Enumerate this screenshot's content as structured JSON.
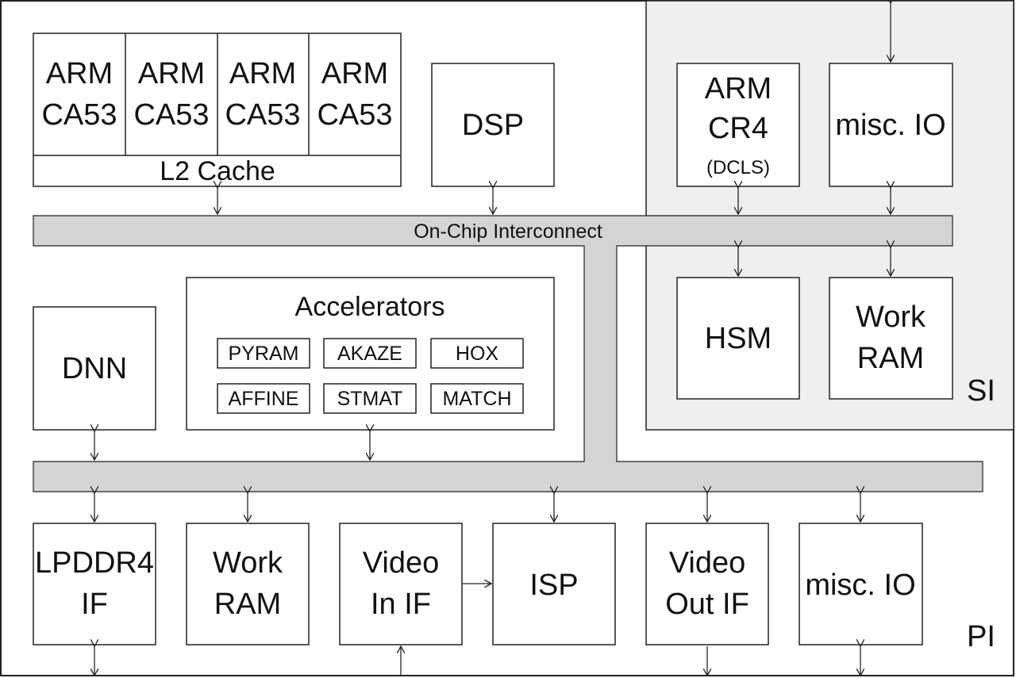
{
  "cpu_cluster": {
    "cores": [
      {
        "line1": "ARM",
        "line2": "CA53"
      },
      {
        "line1": "ARM",
        "line2": "CA53"
      },
      {
        "line1": "ARM",
        "line2": "CA53"
      },
      {
        "line1": "ARM",
        "line2": "CA53"
      }
    ],
    "l2_cache": "L2 Cache"
  },
  "dsp": "DSP",
  "interconnect": "On-Chip Interconnect",
  "si": {
    "region_label": "SI",
    "cr4": {
      "line1": "ARM",
      "line2": "CR4",
      "line3": "(DCLS)"
    },
    "misc_io": "misc. IO",
    "hsm": "HSM",
    "work_ram": {
      "line1": "Work",
      "line2": "RAM"
    }
  },
  "dnn": "DNN",
  "accelerators": {
    "title": "Accelerators",
    "items": [
      "PYRAM",
      "AKAZE",
      "HOX",
      "AFFINE",
      "STMAT",
      "MATCH"
    ]
  },
  "pi": {
    "region_label": "PI",
    "lpddr4": {
      "line1": "LPDDR4",
      "line2": "IF"
    },
    "work_ram": {
      "line1": "Work",
      "line2": "RAM"
    },
    "video_in": {
      "line1": "Video",
      "line2": "In IF"
    },
    "isp": "ISP",
    "video_out": {
      "line1": "Video",
      "line2": "Out IF"
    },
    "misc_io": "misc. IO"
  }
}
